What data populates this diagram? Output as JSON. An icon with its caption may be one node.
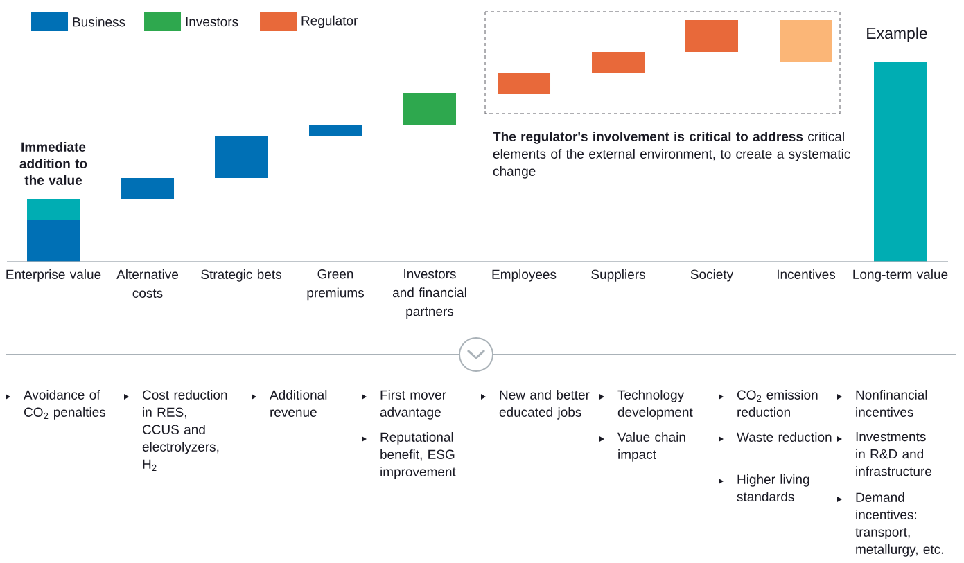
{
  "diagram": {
    "labels": [
      "Example",
      "Immediate addition to the value",
      "**The regulator's involvement is critical to address** critical elements of the external environment, to create a systematic change",
      "Enterprise value",
      "Alternative costs",
      "Strategic bets",
      "Green premiums",
      "Investors and financial partners",
      "Employees",
      "Suppliers",
      "Society",
      "Incentives",
      "Long-term value",
      "Avoidance of CO$_{2}$ penalties",
      "Cost reduction in RES, CCUS and electrolyzers, H$_{2}$",
      "Additional revenue",
      "First mover advantage",
      "Reputational benefit, ESG improvement",
      "New and better educated jobs",
      "Technology development",
      "Value chain impact",
      "CO$_{2}$ emission reduction",
      "Waste reduction",
      "Higher living standards",
      "Nonfinancial incentives",
      "Investments in R&D and infrastructure",
      "Demand incentives: transport, metallurgy, etc."
    ],
    "legend": [
      {
        "text": "Business",
        "color": "#0070b5"
      },
      {
        "text": "Investors",
        "color": "#2ea84e"
      },
      {
        "text": "Regulator",
        "color": "#e8693a"
      }
    ]
  }
}
